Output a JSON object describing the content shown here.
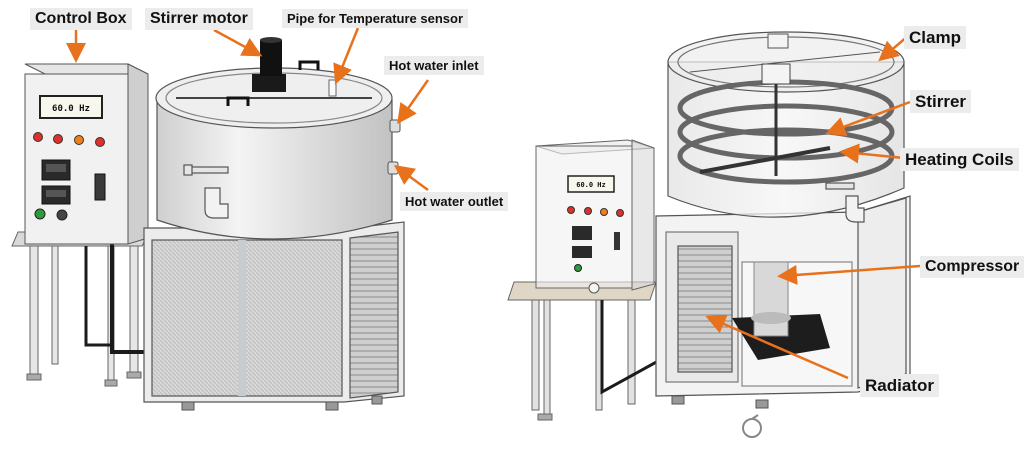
{
  "left_panel": {
    "labels": {
      "control_box": "Control Box",
      "stirrer_motor": "Stirrer motor",
      "temp_pipe": "Pipe for Temperature sensor",
      "hot_inlet": "Hot water inlet",
      "hot_outlet": "Hot water outlet"
    },
    "display_text": "60.0 Hz"
  },
  "right_panel": {
    "labels": {
      "clamp": "Clamp",
      "stirrer": "Stirrer",
      "heating_coils": "Heating Coils",
      "compressor": "Compressor",
      "radiator": "Radiator"
    },
    "display_text": "60.0 Hz"
  },
  "colors": {
    "arrow": "#e8711c",
    "label_bg": "#ececec",
    "led_red": "#e0302a",
    "led_orange": "#f0801c",
    "led_green": "#2e9a3a"
  }
}
